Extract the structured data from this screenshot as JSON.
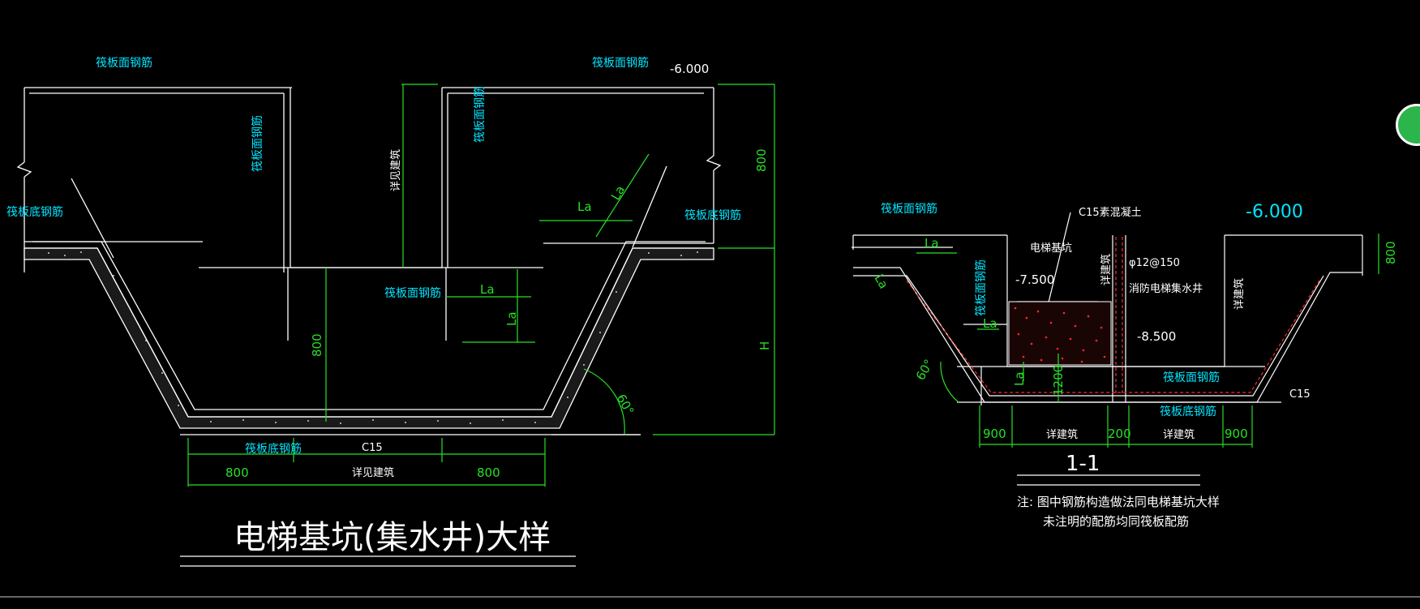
{
  "left_detail": {
    "title": "电梯基坑(集水井)大样",
    "labels": {
      "top_bar_left": "筏板面钢筋",
      "top_bar_right": "筏板面钢筋",
      "vertical_bar_left": "筏板面钢筋",
      "vertical_bar_right": "筏板面钢筋",
      "bottom_bar_left": "筏板底钢筋",
      "bottom_bar_right": "筏板底钢筋",
      "center_bar": "筏板面钢筋",
      "pit_bottom_bar": "筏板底钢筋",
      "see_arch": "详见建筑",
      "see_arch_bottom": "详见建筑",
      "concrete": "C15"
    },
    "elevation": "-6.000",
    "dims": {
      "height_800_right": "800",
      "height_H": "H",
      "height_800_center": "800",
      "bottom_left": "800",
      "bottom_right": "800",
      "angle": "60°",
      "la_1": "La",
      "la_2": "La",
      "la_3": "La",
      "la_4": "La"
    }
  },
  "right_detail": {
    "section_title": "1-1",
    "labels": {
      "top_bar": "筏板面钢筋",
      "vertical_bar": "筏板面钢筋",
      "c15_fill": "C15素混凝土",
      "pit": "电梯基坑",
      "see_arch_1": "详建筑",
      "rebar_spec": "φ12@150",
      "sump": "消防电梯集水井",
      "see_arch_2": "详建筑",
      "face_bar": "筏板面钢筋",
      "bottom_bar": "筏板底钢筋",
      "concrete": "C15"
    },
    "elevations": {
      "top": "-6.000",
      "mid": "-7.500",
      "low": "-8.500"
    },
    "dims": {
      "d900_left": "900",
      "see_arch_left": "详建筑",
      "d200": "200",
      "see_arch_right": "详建筑",
      "d900_right": "900",
      "d1200": "1200",
      "d800": "800",
      "angle": "60°",
      "la_1": "La",
      "la_2": "La",
      "la_3": "La",
      "la_4": "La"
    },
    "note_line1": "注: 图中钢筋构造做法同电梯基坑大样",
    "note_line2": "未注明的配筋均同筏板配筋"
  },
  "colors": {
    "background": "#000000",
    "lines": "#ffffff",
    "dimension": "#27e027",
    "label": "#00e5ff",
    "rebar_red": "#ff2a2a"
  }
}
